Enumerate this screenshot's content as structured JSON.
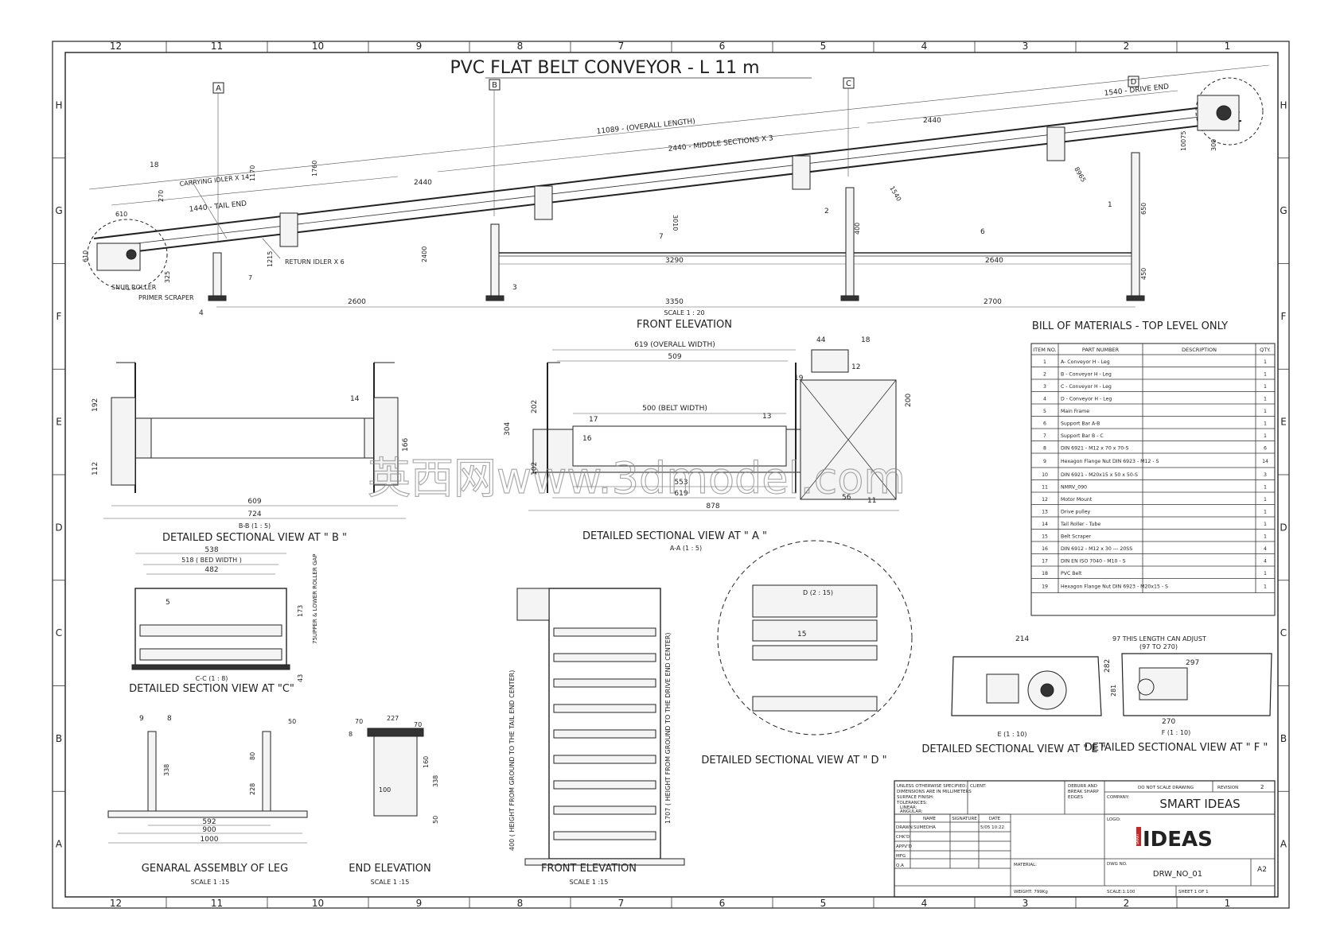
{
  "title": "PVC FLAT  BELT CONVEYOR  - L 11 m",
  "col_labels": [
    "12",
    "11",
    "10",
    "9",
    "8",
    "7",
    "6",
    "5",
    "4",
    "3",
    "2",
    "1"
  ],
  "row_labels": [
    "H",
    "G",
    "F",
    "E",
    "D",
    "C",
    "B",
    "A"
  ],
  "front_elevation": {
    "label": "FRONT ELEVATION",
    "scale": "SCALE 1 : 20",
    "sections": [
      "A",
      "B",
      "C",
      "D"
    ],
    "dims": {
      "overall": "11089 - (OVERALL LENGTH)",
      "middle": "2440 - MIDDLE SECTIONS X 3",
      "tail": "1440 - TAIL END",
      "drive": "1540 - DRIVE END",
      "top2440": "2440",
      "sp2440": "2440",
      "b2600": "2600",
      "b3350": "3350",
      "b2700": "2700",
      "b3290": "3290",
      "b2640": "2640",
      "h400": "400",
      "h650": "650",
      "h450": "450",
      "h610": "610",
      "h1760": "1760",
      "h1170": "1170",
      "h3010": "3010",
      "h1540": "1540",
      "h8965": "8965",
      "h10075": "10075",
      "h300": "300",
      "h270": "270",
      "h325": "325",
      "h1215": "1215",
      "h2400": "2400",
      "h610b": "610",
      "h7": "7"
    },
    "notes": {
      "carrying": "CARRYING IDLER X 14",
      "return": "RETURN IDLER X 6",
      "snub": "SNUB ROLLER",
      "primer": "PRIMER SCRAPER"
    },
    "callouts": [
      "18",
      "2",
      "7",
      "6",
      "1",
      "3",
      "4"
    ]
  },
  "section_b": {
    "label": "DETAILED SECTIONAL VIEW AT \" B \"",
    "sub": "B-B (1 : 5)",
    "dims": [
      "609",
      "724",
      "192",
      "112",
      "166"
    ],
    "call": "14"
  },
  "section_a": {
    "label": "DETAILED SECTIONAL VIEW AT \" A \"",
    "sub": "A-A (1 : 5)",
    "dims": {
      "overall": "619 (OVERALL WIDTH)",
      "w509": "509",
      "belt": "500 (BELT WIDTH)",
      "w553": "553",
      "w619": "619",
      "w878": "878",
      "h304": "304",
      "h202": "202",
      "h102": "102",
      "h200": "200",
      "w44": "44",
      "w56": "56"
    },
    "calls": [
      "17",
      "13",
      "16",
      "19",
      "12",
      "18",
      "11"
    ]
  },
  "section_c": {
    "label": "DETAILED SECTION VIEW AT \"C\"",
    "sub": "C-C (1 : 8)",
    "dims": {
      "w538": "538",
      "bed": "518 ( BED WIDTH )",
      "w482": "482",
      "h173": "173",
      "h43": "43",
      "gap": "75UPPER & LOWER ROLLER GAP"
    },
    "call": "5"
  },
  "leg": {
    "label": "GENARAL ASSEMBLY OF LEG",
    "scale": "SCALE 1 :15",
    "dims": [
      "592",
      "900",
      "1000",
      "338",
      "228",
      "80",
      "50"
    ],
    "calls": [
      "9",
      "8"
    ]
  },
  "end_elev": {
    "label": "END ELEVATION",
    "scale": "SCALE 1 :15",
    "dims": [
      "70",
      "227",
      "70",
      "8",
      "338",
      "160",
      "100",
      "50"
    ]
  },
  "front_elev2": {
    "label": "FRONT ELEVATION",
    "scale": "SCALE 1 :15",
    "left": "400 ( HEIGHT FROM GROUND TO THE TAIL END CENTER)",
    "right": "1707 ( HEIGHT FROM GROUND TO THE DRIVE END CENTER)"
  },
  "section_d": {
    "label": "DETAILED SECTIONAL VIEW AT \" D \"",
    "sub": "D (2 : 15)",
    "call": "15"
  },
  "section_e": {
    "label": "DETAILED SECTIONAL VIEW AT \" E \"",
    "sub": "E (1 : 10)",
    "dims": [
      "214",
      "282"
    ]
  },
  "section_f": {
    "label": "DETAILED SECTIONAL VIEW AT \" F \"",
    "sub": "F (1 : 10)",
    "dims": {
      "adj": "97 THIS LENGTH CAN ADJUST",
      "range": "(97 TO 270)",
      "w297": "297",
      "w270": "270",
      "h281": "281"
    }
  },
  "bom": {
    "title": "BILL OF MATERIALS - TOP LEVEL ONLY",
    "headers": [
      "ITEM NO.",
      "PART NUMBER",
      "DESCRIPTION",
      "QTY."
    ],
    "rows": [
      [
        "1",
        "A- Conveyor H - Leg",
        "",
        "1"
      ],
      [
        "2",
        "B - Conveyor H - Leg",
        "",
        "1"
      ],
      [
        "3",
        "C - Conveyor H - Leg",
        "",
        "1"
      ],
      [
        "4",
        "D - Conveyor H - Leg",
        "",
        "1"
      ],
      [
        "5",
        "Main Frame",
        "",
        "1"
      ],
      [
        "6",
        "Support Bar A-B",
        "",
        "1"
      ],
      [
        "7",
        "Support Bar B - C",
        "",
        "1"
      ],
      [
        "8",
        "DIN 6921 - M12 x 70 x 70-S",
        "",
        "6"
      ],
      [
        "9",
        "Hexagon Flange Nut DIN 6923 - M12 - S",
        "",
        "14"
      ],
      [
        "10",
        "DIN 6921 - M20x15 x 50 x 50-S",
        "",
        "3"
      ],
      [
        "11",
        "NMRV_090",
        "",
        "1"
      ],
      [
        "12",
        "Motor Mount",
        "",
        "1"
      ],
      [
        "13",
        "Drive pulley",
        "",
        "1"
      ],
      [
        "14",
        "Tail Roller - Tube",
        "",
        "1"
      ],
      [
        "15",
        "Belt Scraper",
        "",
        "1"
      ],
      [
        "16",
        "DIN 6912 - M12 x 30 --- 20SS",
        "",
        "4"
      ],
      [
        "17",
        "DIN EN ISO 7040 - M10 - S",
        "",
        "4"
      ],
      [
        "18",
        "PVC Belt",
        "",
        "1"
      ],
      [
        "19",
        "Hexagon Flange Nut DIN 6923 - M20x15 - S",
        "",
        "1"
      ]
    ]
  },
  "title_block": {
    "spec": [
      "UNLESS OTHERWISE SPECIFIED:",
      "DIMENSIONS ARE IN MILLIMETERS",
      "SURFACE FINISH:",
      "TOLERANCES:",
      "LINEAR:",
      "ANGULAR:"
    ],
    "client": "CLIENT:",
    "deburr": [
      "DEBURR AND",
      "BREAK SHARP",
      "EDGES"
    ],
    "dnd": "DO NOT SCALE DRAWING",
    "revision": "REVISION",
    "rev_val": "2",
    "company_lbl": "COMPANY:",
    "company": "SMART IDEAS",
    "cols": [
      "NAME",
      "SIGNATURE",
      "DATE"
    ],
    "rowsl": [
      "DRAWN",
      "CHK'D",
      "APPV'D",
      "MFG",
      "Q.A"
    ],
    "drawn_name": "SUMEDHA",
    "drawn_date": "5/05 10:22",
    "logo_lbl": "LOGO:",
    "logo": "IDEAS",
    "logo_small": "SMART",
    "material": "MATERIAL:",
    "dwg_lbl": "DWG NO.",
    "dwg": "DRW_NO_01",
    "size": "A2",
    "weight": "WEIGHT: 799Kg",
    "scale": "SCALE:1:100",
    "sheet": "SHEET 1 OF 1"
  },
  "watermark": "英西网www.3dmodel.com"
}
